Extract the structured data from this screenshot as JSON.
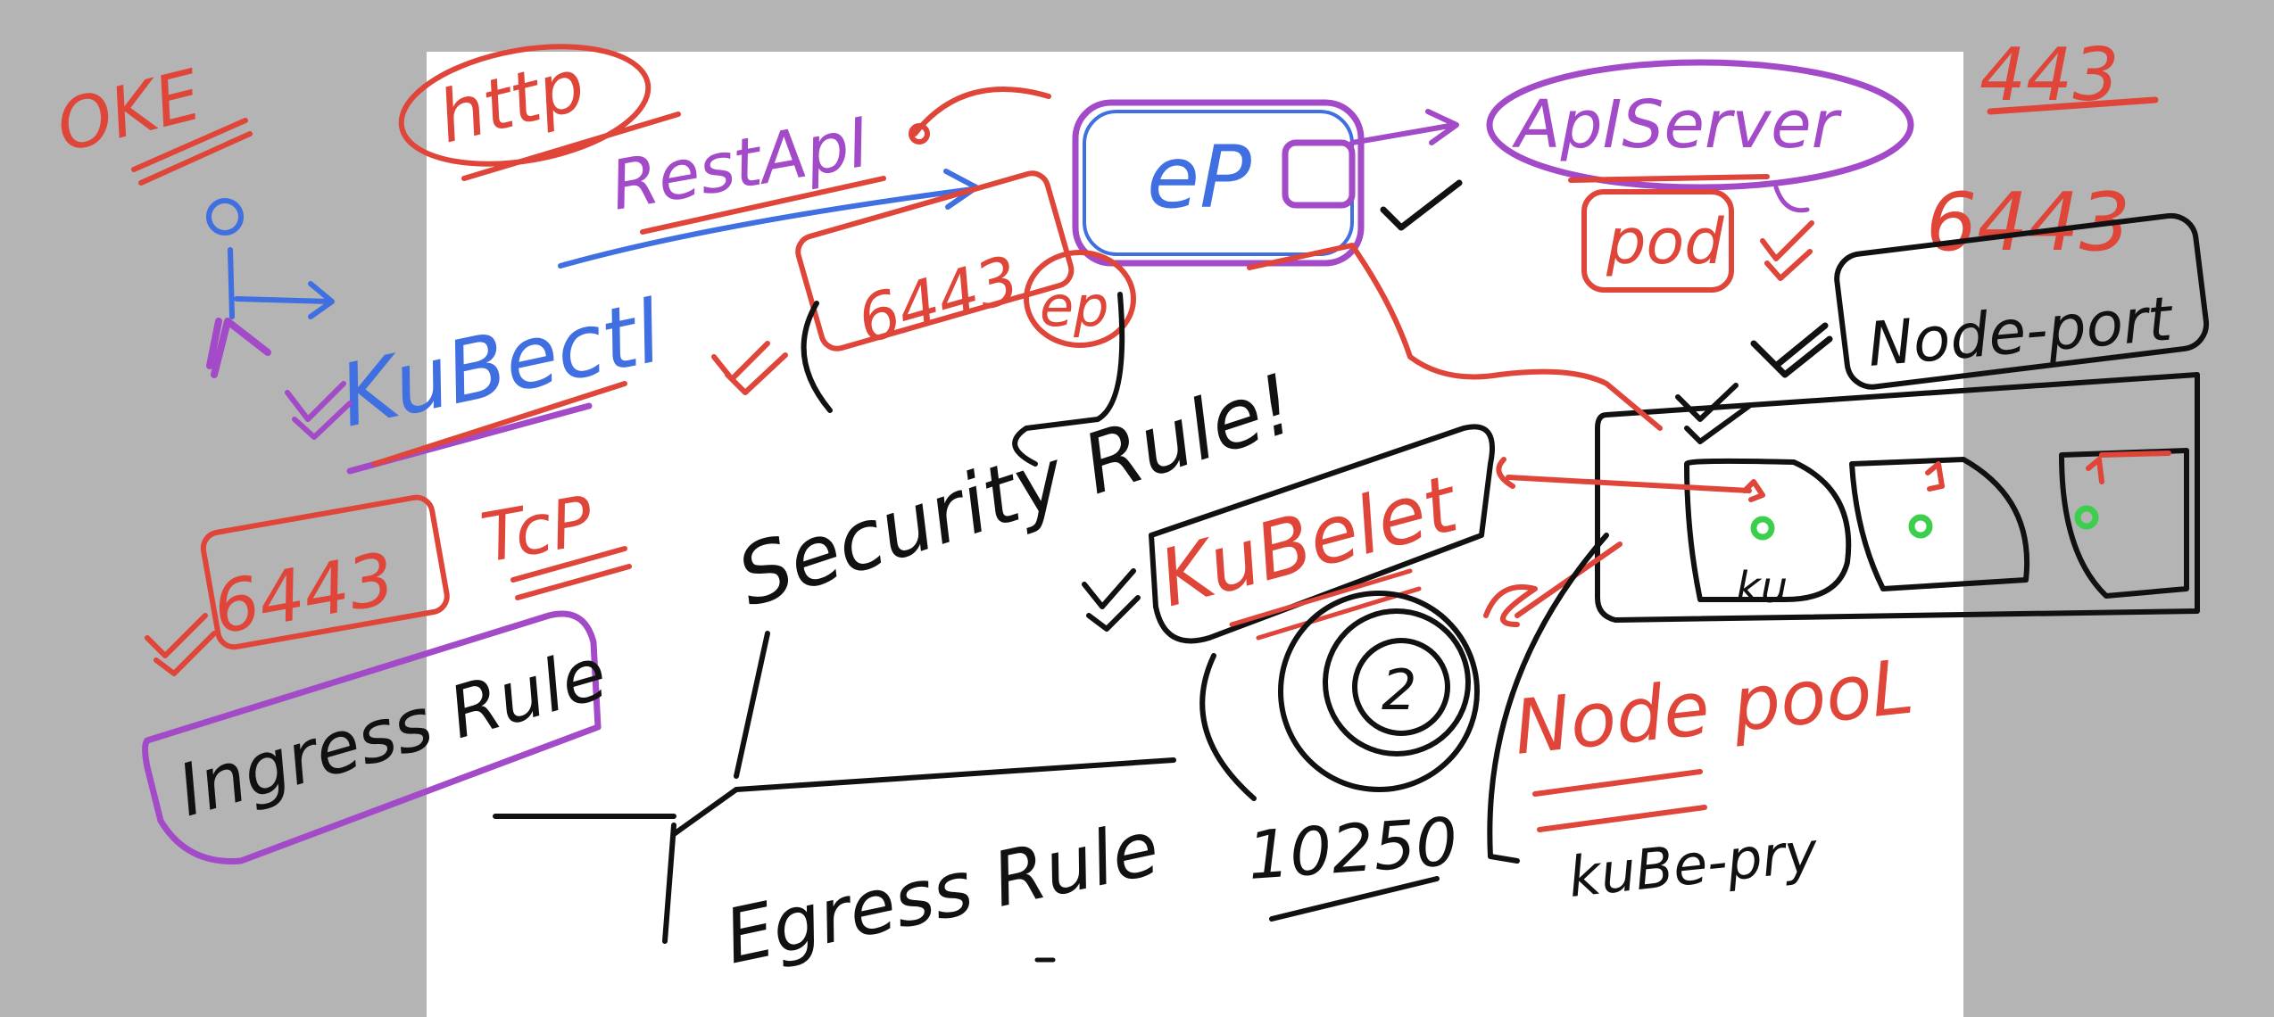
{
  "colors": {
    "background": "#b4b4b4",
    "board": "#ffffff",
    "red": "#e0453a",
    "purple": "#a24ac8",
    "blue": "#3f6fe0",
    "black": "#111111",
    "green": "#3ccf4e"
  },
  "labels": {
    "oke": "OKE",
    "http": "http",
    "rest_api": "RestApI",
    "kubectl": "KuBectl",
    "ep": "eP",
    "api_server": "ApIServer",
    "pod": "pod",
    "port_443": "443",
    "port_6443_right": "6443",
    "node_port": "Node-port",
    "port_6443_box": "6443",
    "ep_small": "ep",
    "tcp": "TcP",
    "port_6443_left": "6443",
    "ingress_rule": "Ingress Rule",
    "security_rule": "Security Rule!",
    "kubelet": "KuBelet",
    "circled_number": "2",
    "egress_rule": "Egress Rule",
    "port_10250": "10250",
    "node_pool": "Node pooL",
    "kubelet_port": "kuBe-pry",
    "node_kubelet": "ku"
  }
}
